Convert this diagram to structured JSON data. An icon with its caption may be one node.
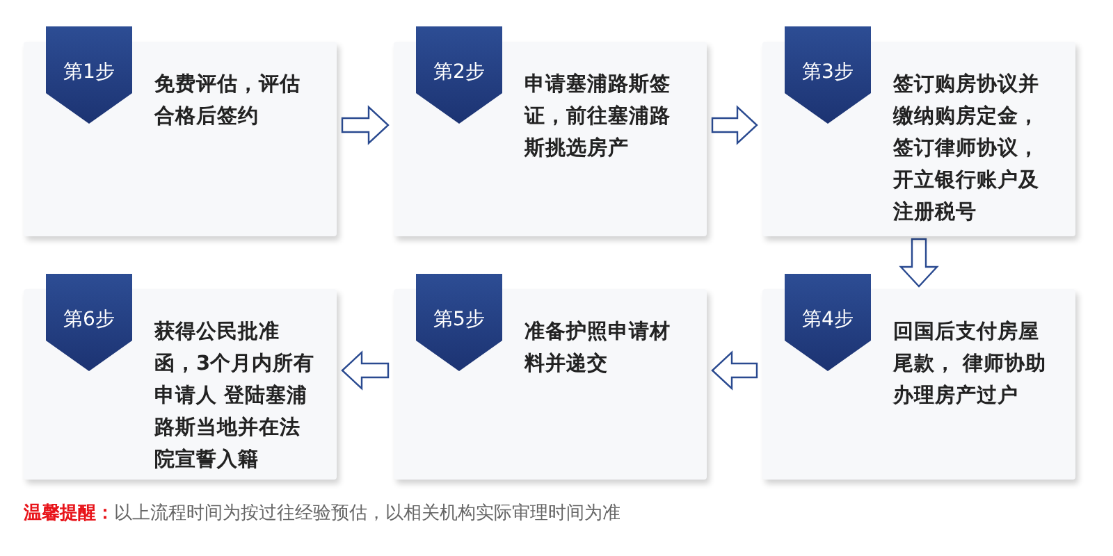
{
  "diagram": {
    "nodes": [
      {
        "text": [
          "免费评估，评估合格后签约"
        ]
      },
      {
        "text": [
          "第1步"
        ],
        "in": 0
      },
      {
        "text": [
          "申请塞浦路斯签证，前往塞浦路斯挑选房产"
        ]
      },
      {
        "text": [
          "第2步"
        ],
        "in": 2
      },
      {
        "text": [
          "签订购房协议并缴纳购房定金，签订律师协议，开立银行账户及注册税号"
        ]
      },
      {
        "text": [
          "第3步"
        ],
        "in": 4
      },
      {
        "text": [
          "回国后支付房屋尾款， 律师协助办理房产过户"
        ]
      },
      {
        "text": [
          "第4步"
        ],
        "in": 6
      },
      {
        "text": [
          "准备护照申请材料并递交"
        ]
      },
      {
        "text": [
          "第5步"
        ],
        "in": 8
      },
      {
        "text": [
          "获得公民批准函，3个月内所有申请人 登陆塞浦路斯当地并在法院宣誓入籍"
        ]
      },
      {
        "text": [
          "第6步"
        ],
        "in": 10
      }
    ],
    "edges": [
      {
        "from": 0,
        "to": 2,
        "arrow": "to"
      },
      {
        "from": 2,
        "to": 4,
        "arrow": "to"
      },
      {
        "from": 4,
        "to": 6,
        "arrow": "to"
      },
      {
        "from": 6,
        "to": 8,
        "arrow": "to"
      },
      {
        "from": 8,
        "to": 10,
        "arrow": "to"
      }
    ],
    "labels": [
      "**温馨提醒：**以上流程时间为按过往经验预估，以相关机构实际审理时间为准"
    ]
  }
}
